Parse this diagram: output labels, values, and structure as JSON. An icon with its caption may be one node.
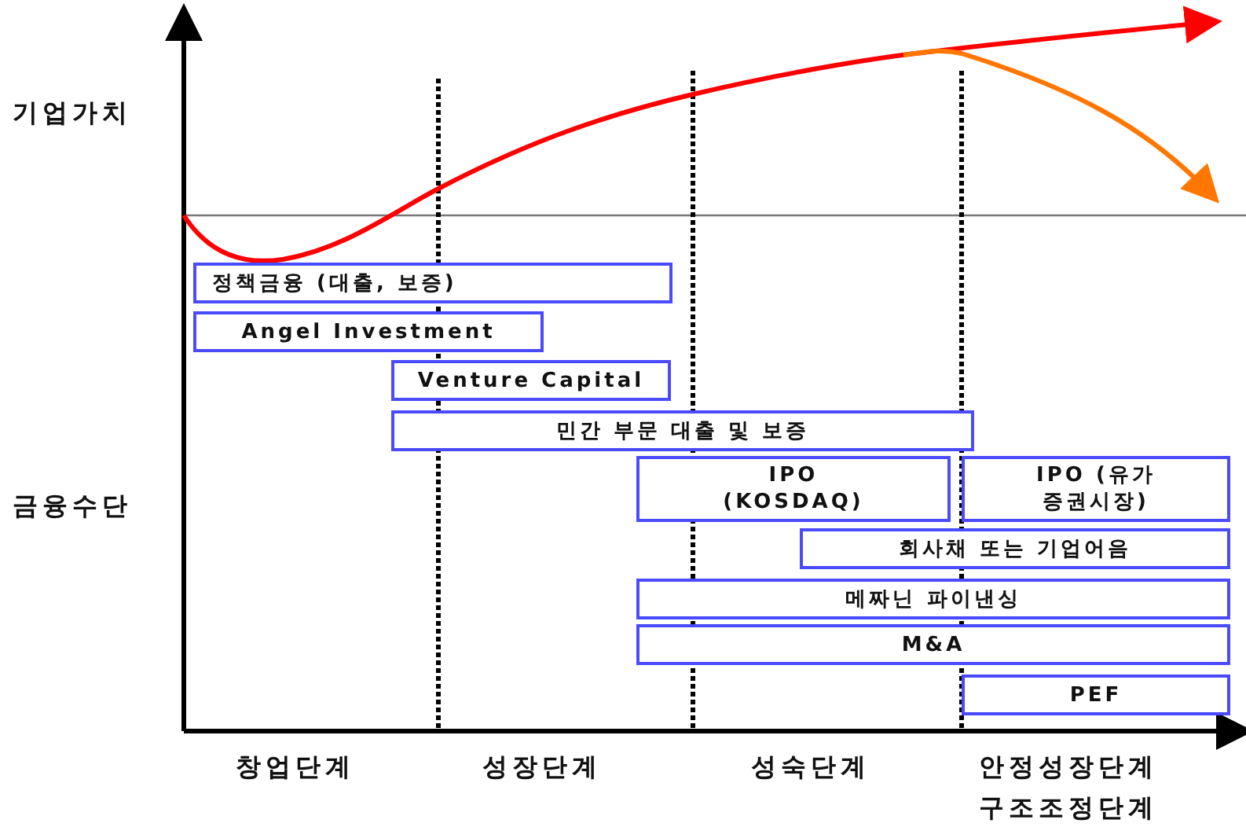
{
  "diagram": {
    "nodes": [
      {
        "text": [
          "정책금융 (대출, 보증)"
        ]
      },
      {
        "text": [
          "Angel Investment"
        ]
      },
      {
        "text": [
          "Venture Capital"
        ]
      },
      {
        "text": [
          "민간 부문 대출 및 보증"
        ]
      },
      {
        "text": [
          "IPO (KOSDAQ)"
        ]
      },
      {
        "text": [
          "IPO (유가증권시장)"
        ]
      },
      {
        "text": [
          "회사채 또는 기업어음"
        ]
      },
      {
        "text": [
          "메짜닌 파이낸싱"
        ]
      },
      {
        "text": [
          "M&A"
        ]
      },
      {
        "text": [
          "PEF"
        ]
      }
    ],
    "labels": [
      "기업가치",
      "금융수단",
      "창업단계",
      "성장단계",
      "성숙단계",
      "안정성장단계",
      "구조조정단계"
    ]
  }
}
